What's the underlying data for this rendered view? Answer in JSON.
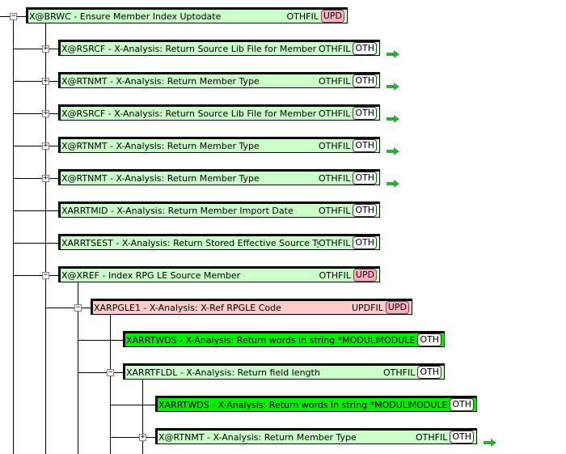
{
  "colors": {
    "light_node": "#ccffcc",
    "pink_node": "#ffcccc",
    "bright_node": "#00ee00",
    "arrow": "#33aa33"
  },
  "nodes": [
    {
      "level": 0,
      "label": "X@BRWC - Ensure Member Index Uptodate",
      "type": "OTHFIL",
      "badge": "UPD",
      "color": "light",
      "toggle": "−",
      "arrow": false
    },
    {
      "level": 1,
      "label": "X@RSRCF - X-Analysis: Return Source Lib File for Member",
      "type": "OTHFIL",
      "badge": "OTH",
      "color": "light",
      "toggle": "+",
      "arrow": true
    },
    {
      "level": 1,
      "label": "X@RTNMT - X-Analysis: Return Member Type",
      "type": "OTHFIL",
      "badge": "OTH",
      "color": "light",
      "toggle": "+",
      "arrow": true
    },
    {
      "level": 1,
      "label": "X@RSRCF - X-Analysis: Return Source Lib File for Member",
      "type": "OTHFIL",
      "badge": "OTH",
      "color": "light",
      "toggle": "+",
      "arrow": true
    },
    {
      "level": 1,
      "label": "X@RTNMT - X-Analysis: Return Member Type",
      "type": "OTHFIL",
      "badge": "OTH",
      "color": "light",
      "toggle": "+",
      "arrow": true
    },
    {
      "level": 1,
      "label": "X@RTNMT - X-Analysis: Return Member Type",
      "type": "OTHFIL",
      "badge": "OTH",
      "color": "light",
      "toggle": "+",
      "arrow": true
    },
    {
      "level": 1,
      "label": "XARRTMID - X-Analysis: Return Member Import Date",
      "type": "OTHFIL",
      "badge": "OTH",
      "color": "light",
      "toggle": "",
      "arrow": false
    },
    {
      "level": 1,
      "label": "XARRTSEST - X-Analysis: Return Stored Effective Source Type",
      "type": "OTHFIL",
      "badge": "OTH",
      "color": "light",
      "toggle": "",
      "arrow": false
    },
    {
      "level": 1,
      "label": "X@XREF - Index RPG LE Source Member",
      "type": "OTHFIL",
      "badge": "UPD",
      "color": "light",
      "toggle": "−",
      "arrow": false
    },
    {
      "level": 2,
      "label": "XARPGLE1 - X-Analysis: X-Ref RPGLE Code",
      "type": "UPDFIL",
      "badge": "UPD",
      "color": "pink",
      "toggle": "−",
      "arrow": false
    },
    {
      "level": 3,
      "label": "XARRTWDS - X-Analysis: Return words in string *MODULE",
      "type": "MODULE",
      "badge": "OTH",
      "color": "bright",
      "toggle": "",
      "arrow": false
    },
    {
      "level": 3,
      "label": "XARRTFLDL - X-Analysis: Return field length",
      "type": "OTHFIL",
      "badge": "OTH",
      "color": "light",
      "toggle": "−",
      "arrow": false
    },
    {
      "level": 4,
      "label": "XARRTWDS - X-Analysis: Return words in string *MODULE",
      "type": "MODULE",
      "badge": "OTH",
      "color": "bright",
      "toggle": "",
      "arrow": false
    },
    {
      "level": 4,
      "label": "X@RTNMT - X-Analysis: Return Member Type",
      "type": "OTHFIL",
      "badge": "OTH",
      "color": "light",
      "toggle": "+",
      "arrow": true
    }
  ]
}
